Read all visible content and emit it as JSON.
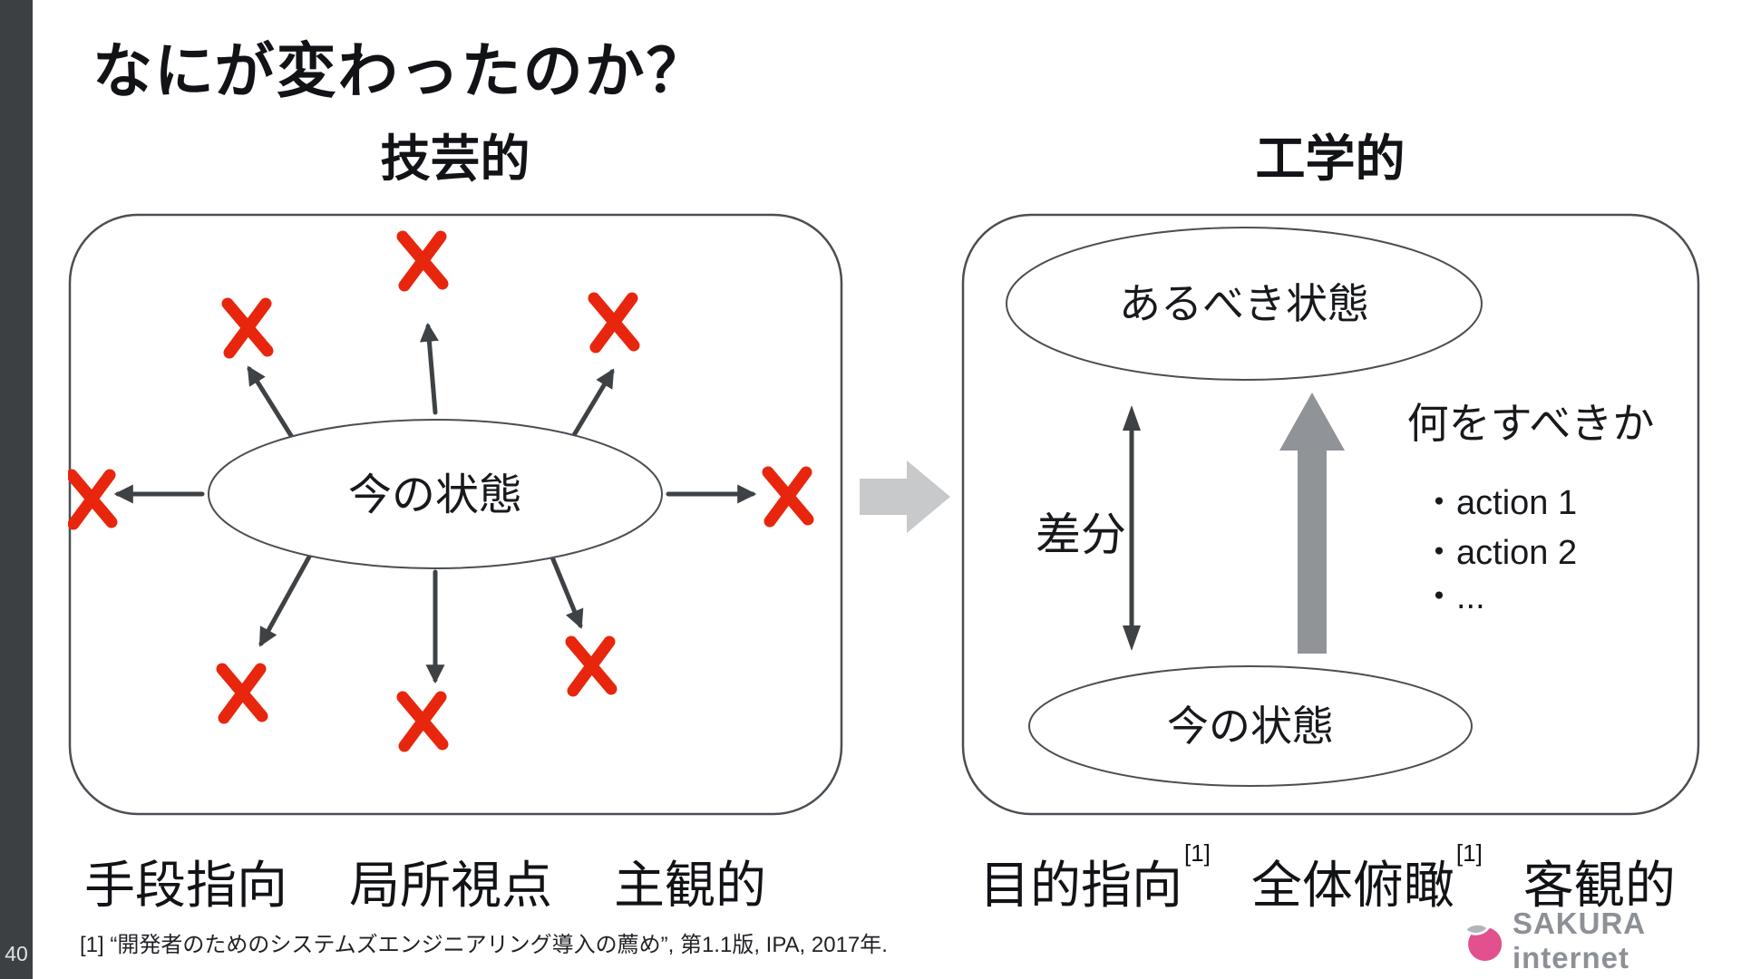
{
  "page": {
    "number": "40",
    "title": "なにが変わったのか？",
    "footnote": "[1] “開発者のためのシステムズエンジニアリング導入の薦め”, 第1.1版, IPA, 2017年."
  },
  "left_panel": {
    "heading": "技芸的",
    "center_label": "今の状態",
    "bottom_labels": [
      "手段指向",
      "局所視点",
      "主観的"
    ]
  },
  "right_panel": {
    "heading": "工学的",
    "top_label": "あるべき状態",
    "bottom_label": "今の状態",
    "diff_label": "差分",
    "question_label": "何をすべきか",
    "actions": [
      "・action 1",
      "・action 2",
      "・..."
    ],
    "bottom_labels": [
      {
        "text": "目的指向",
        "ref": "[1]"
      },
      {
        "text": "全体俯瞰",
        "ref": "[1]"
      },
      {
        "text": "客観的",
        "ref": ""
      }
    ]
  },
  "logo": {
    "text": "SAKURA internet"
  },
  "colors": {
    "x_mark_red": "#e8260d",
    "arrow_dark_gray": "#3f4245",
    "transition_arrow_gray": "#c7c9cb",
    "action_arrow_gray": "#909499",
    "outline_gray": "#4a4f54",
    "side_strip_dark": "#3c4043",
    "logo_pink": "#e2518e",
    "logo_text_gray": "#8d9196"
  }
}
